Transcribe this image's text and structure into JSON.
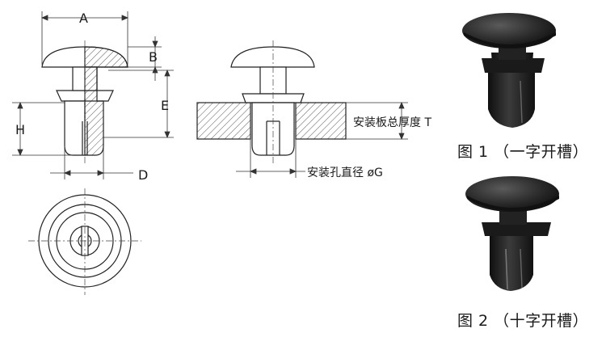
{
  "drawing": {
    "dim_A": "A",
    "dim_B": "B",
    "dim_E": "E",
    "dim_H": "H",
    "dim_D": "D",
    "panel_thickness": "安装板总厚度  T",
    "hole_diameter": "安装孔直径 øG"
  },
  "figures": [
    {
      "caption": "图 1 （一字开槽）"
    },
    {
      "caption": "图 2 （十字开槽）"
    }
  ]
}
